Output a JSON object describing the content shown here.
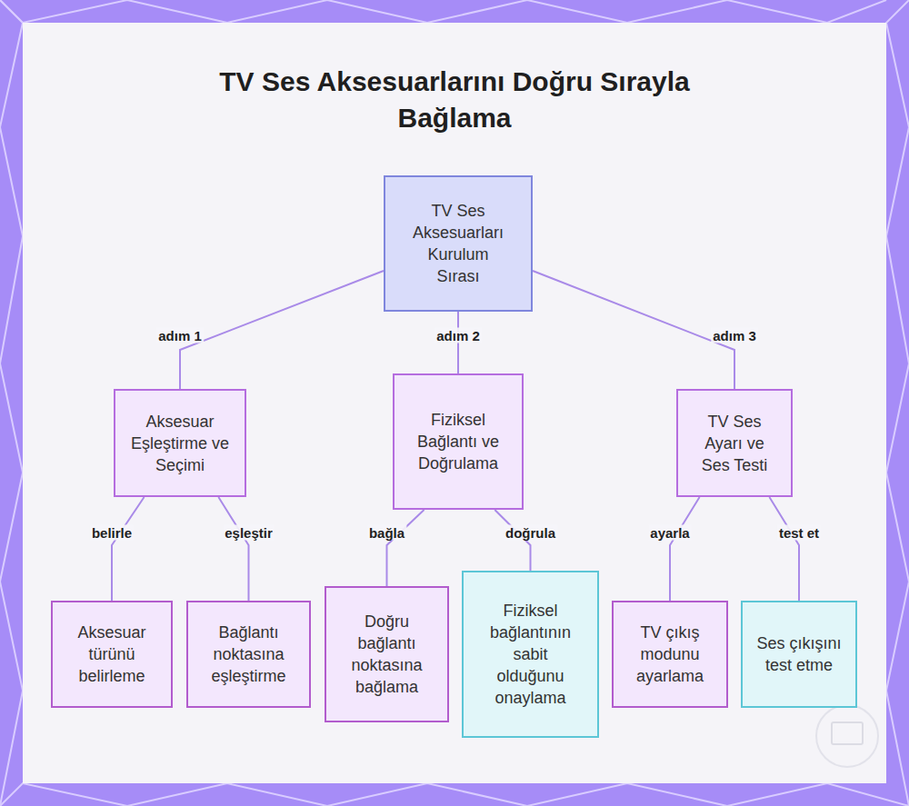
{
  "diagram": {
    "title": "TV Ses Aksesuarlarını Doğru Sırayla Bağlama",
    "nodes": [
      {
        "text": [
          "TV Ses Aksesuarları Kurulum Sırası"
        ]
      },
      {
        "text": [
          "Aksesuar Eşleştirme ve Seçimi"
        ]
      },
      {
        "text": [
          "Fiziksel Bağlantı ve Doğrulama"
        ]
      },
      {
        "text": [
          "TV Ses Ayarı ve Ses Testi"
        ]
      },
      {
        "text": [
          "Aksesuar türünü belirleme"
        ]
      },
      {
        "text": [
          "Bağlantı noktasına eşleştirme"
        ]
      },
      {
        "text": [
          "Doğru bağlantı noktasına bağlama"
        ]
      },
      {
        "text": [
          "Fiziksel bağlantının sabit olduğunu onaylama"
        ]
      },
      {
        "text": [
          "TV çıkış modunu ayarlama"
        ]
      },
      {
        "text": [
          "Ses çıkışını test etme"
        ]
      }
    ],
    "edges": [
      {
        "from": 0,
        "to": 1,
        "label": "adım 1",
        "arrow": "none"
      },
      {
        "from": 0,
        "to": 2,
        "label": "adım 2",
        "arrow": "none"
      },
      {
        "from": 0,
        "to": 3,
        "label": "adım 3",
        "arrow": "none"
      },
      {
        "from": 1,
        "to": 4,
        "label": "belirle",
        "arrow": "none"
      },
      {
        "from": 1,
        "to": 5,
        "label": "eşleştir",
        "arrow": "none"
      },
      {
        "from": 2,
        "to": 6,
        "label": "bağla",
        "arrow": "none"
      },
      {
        "from": 2,
        "to": 7,
        "label": "doğrula",
        "arrow": "none"
      },
      {
        "from": 3,
        "to": 8,
        "label": "ayarla",
        "arrow": "none"
      },
      {
        "from": 3,
        "to": 9,
        "label": "test et",
        "arrow": "none"
      }
    ]
  }
}
